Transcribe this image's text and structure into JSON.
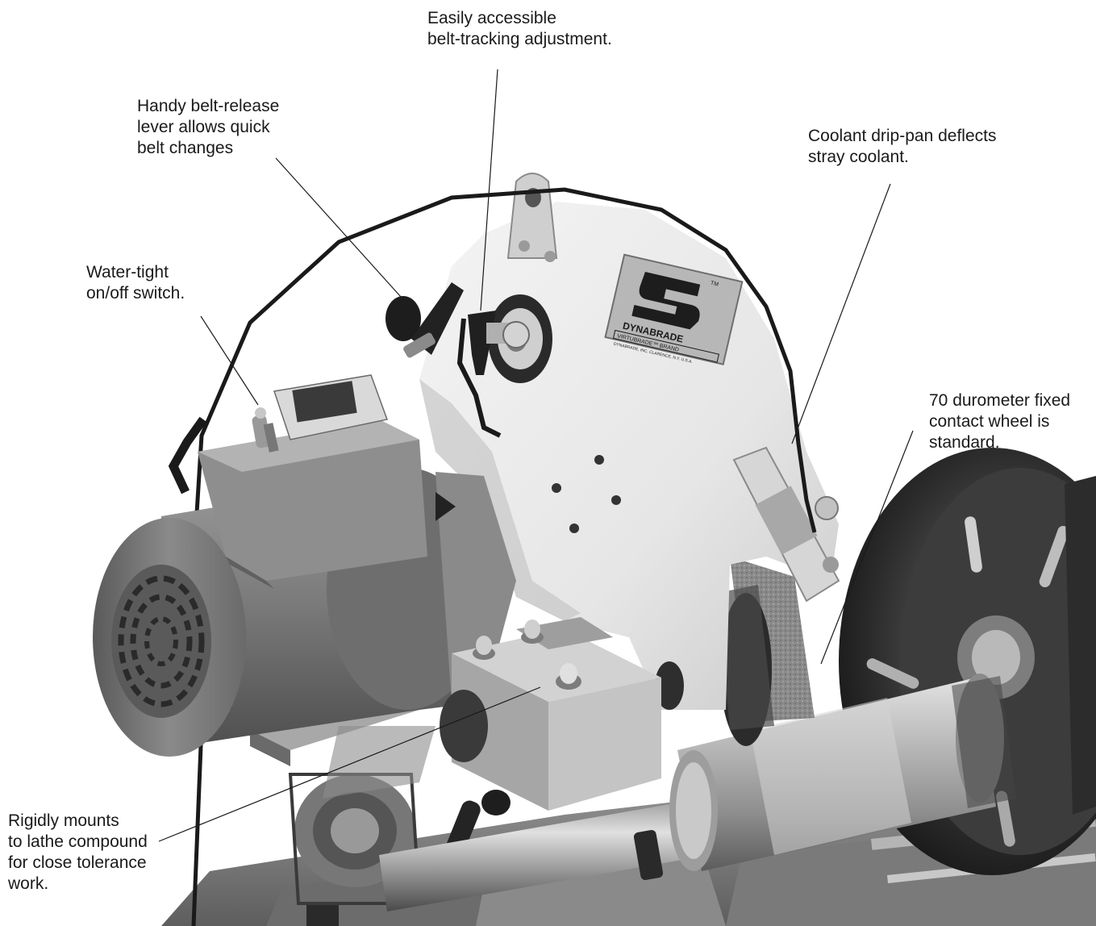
{
  "callouts": {
    "tracking": "Easily accessible\nbelt-tracking adjustment.",
    "release": "Handy belt-release\nlever allows quick\nbelt changes",
    "drippan": "Coolant drip-pan deflects\nstray coolant.",
    "switch": "Water-tight\non/off switch.",
    "wheel": "70 durometer fixed\ncontact wheel is\nstandard.",
    "mount": "Rigidly mounts\nto lathe compound\nfor close tolerance\nwork."
  },
  "nameplate": {
    "brand": "DYNABRADE",
    "tm": "TM",
    "line1": "VIRTUBRADE™ BRAND",
    "line2": "DYNABRADE, INC. CLARENCE, N.Y. U.S.A."
  },
  "colors": {
    "photo_tone": "grayscale",
    "guard_face": "#ececec",
    "motor_body": "#7e7e7e",
    "label_text": "#1a1a1a"
  }
}
